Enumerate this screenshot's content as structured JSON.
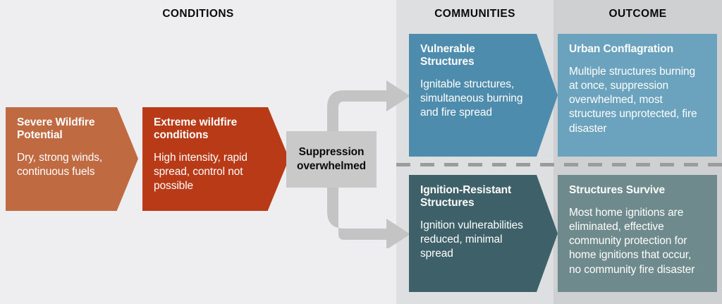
{
  "headers": {
    "conditions": "CONDITIONS",
    "communities": "COMMUNITIES",
    "outcome": "OUTCOME"
  },
  "colors": {
    "band_conditions": "#eeeef0",
    "band_communities": "#dedfe0",
    "band_outcome": "#cfd0d1",
    "severe_orange": "#c06a42",
    "extreme_red": "#b83a17",
    "suppression_gray": "#c9c9c9",
    "vulnerable_blue": "#4e8cad",
    "urban_light_blue": "#6ba3bf",
    "ignition_resistant_teal": "#3d6069",
    "structures_survive_gray_teal": "#6e8a8c",
    "arrow_gray": "#c4c4c4",
    "divider_gray": "#9b9c9e"
  },
  "nodes": {
    "severe": {
      "title": "Severe Wildfire Potential",
      "body": "Dry, strong winds, continuous fuels"
    },
    "extreme": {
      "title": "Extreme wildfire conditions",
      "body": "High intensity, rapid spread, control not possible"
    },
    "suppression": {
      "label": "Suppression overwhelmed"
    },
    "vulnerable": {
      "title": "Vulnerable Structures",
      "body": "Ignitable structures, simultaneous burning and fire spread"
    },
    "urban": {
      "title": "Urban Conflagration",
      "body": "Multiple structures burning at once, suppression overwhelmed, most structures unprotected, fire disaster"
    },
    "ignition_resistant": {
      "title": "Ignition-Resistant Structures",
      "body": "Ignition vulnerabilities reduced, minimal spread"
    },
    "survive": {
      "title": "Structures Survive",
      "body": "Most home ignitions are eliminated, effective community protection for home ignitions that occur, no community fire disaster"
    }
  },
  "flow": {
    "type": "process-flow-diagram",
    "sequence": [
      "severe",
      "extreme",
      "suppression"
    ],
    "branches": [
      [
        "suppression",
        "vulnerable",
        "urban"
      ],
      [
        "suppression",
        "ignition_resistant",
        "survive"
      ]
    ]
  }
}
